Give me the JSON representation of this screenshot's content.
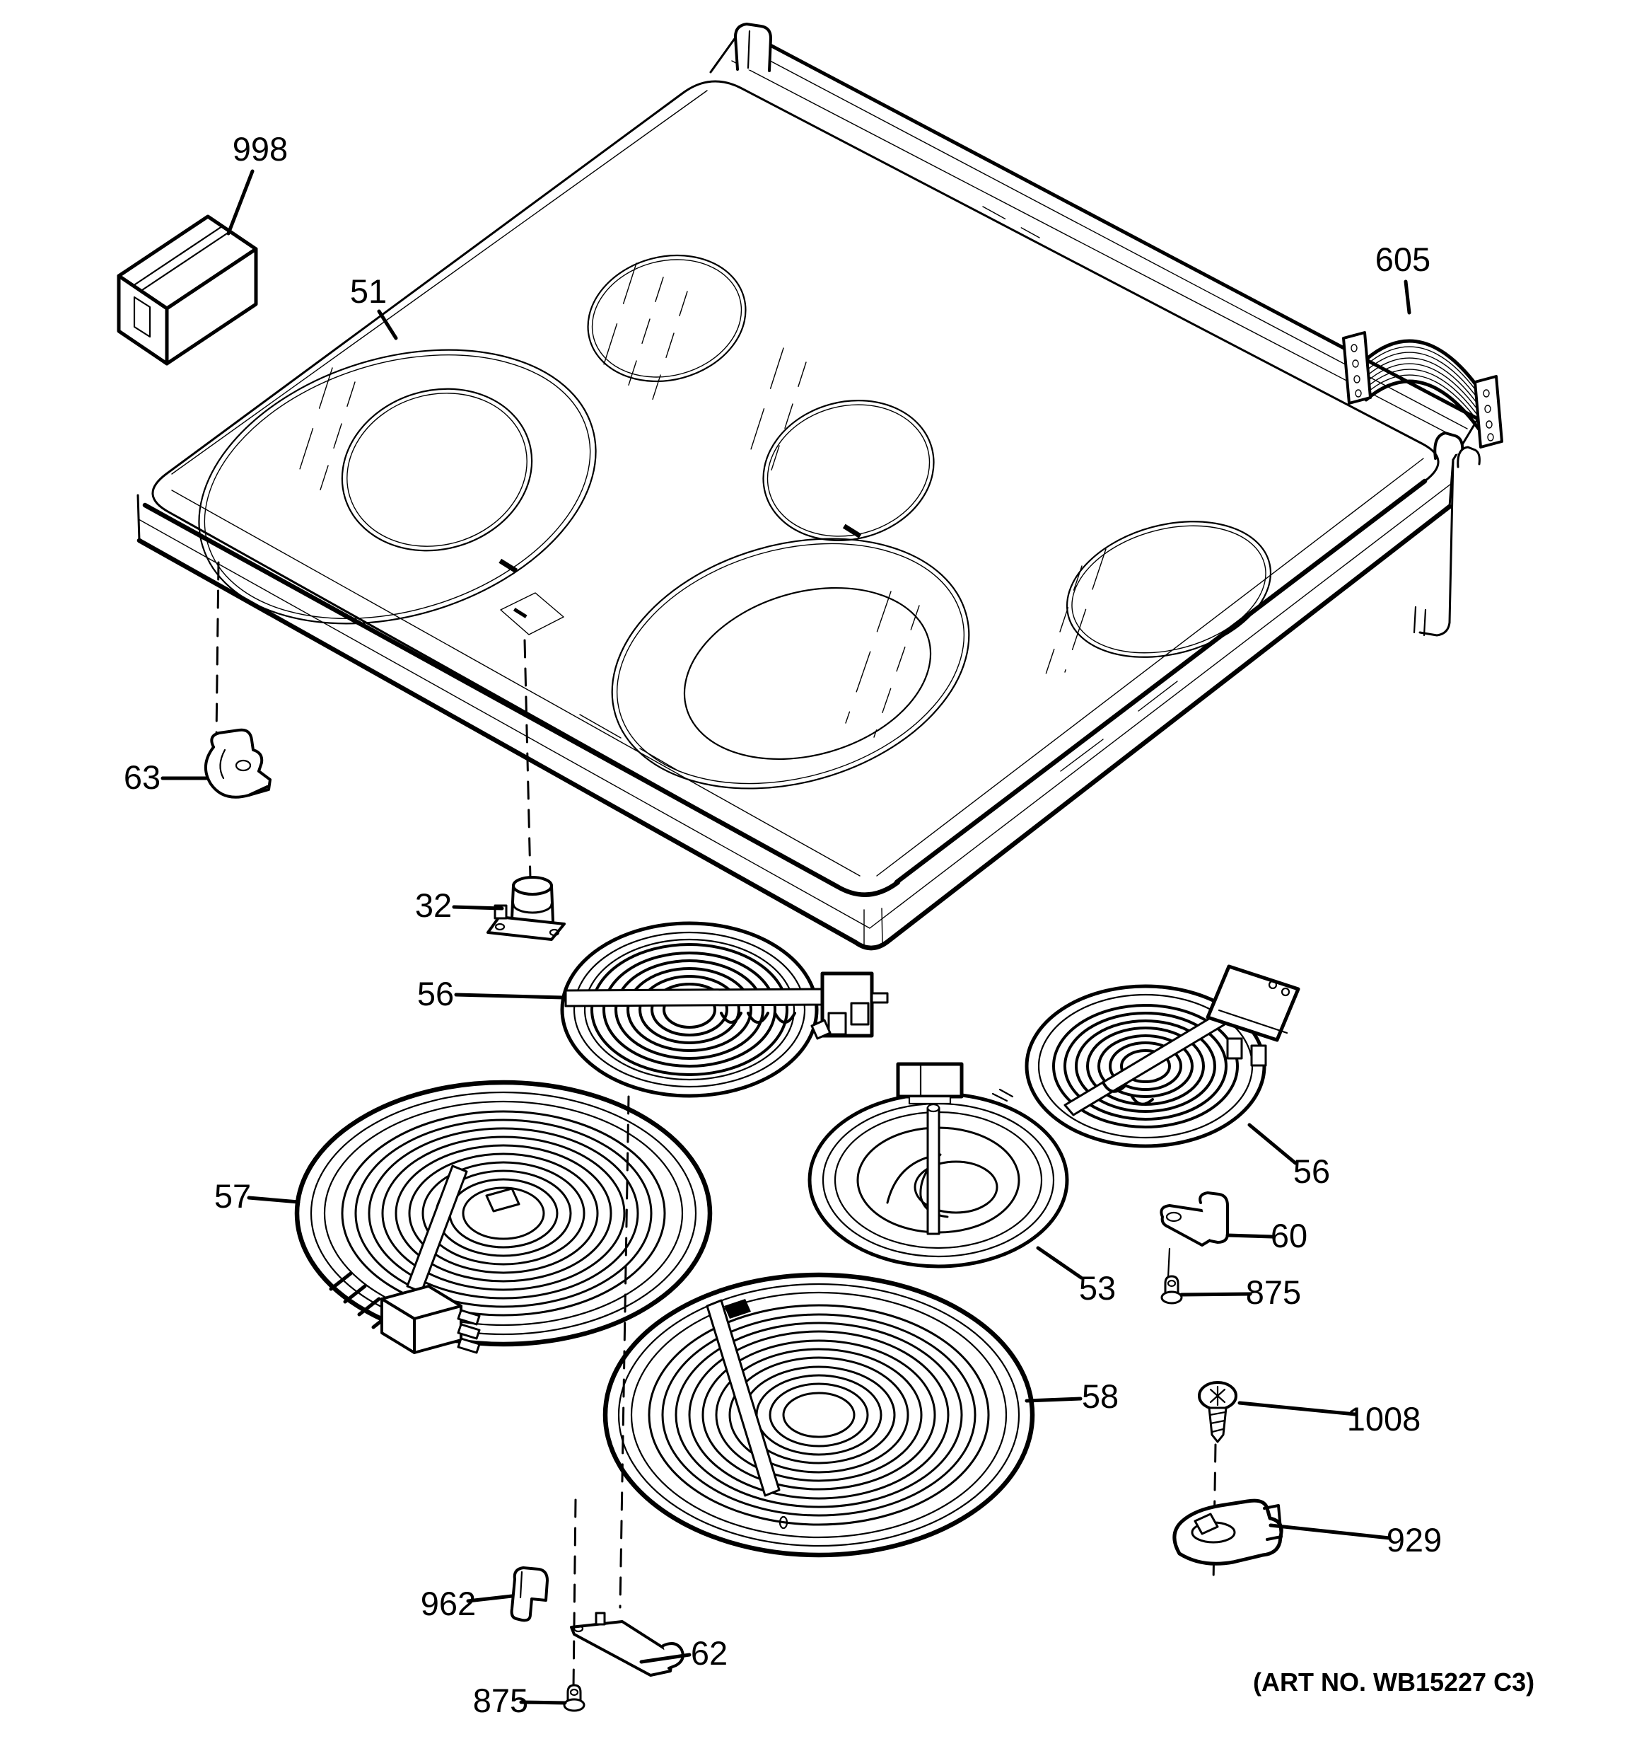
{
  "diagram": {
    "background_color": "#ffffff",
    "line_color": "#000000",
    "art_no": "(ART NO. WB15227 C3)",
    "callouts": [
      {
        "id": "998"
      },
      {
        "id": "51"
      },
      {
        "id": "605"
      },
      {
        "id": "63"
      },
      {
        "id": "32"
      },
      {
        "id": "56"
      },
      {
        "id": "57"
      },
      {
        "id": "56"
      },
      {
        "id": "60"
      },
      {
        "id": "875"
      },
      {
        "id": "53"
      },
      {
        "id": "58"
      },
      {
        "id": "1008"
      },
      {
        "id": "929"
      },
      {
        "id": "962"
      },
      {
        "id": "62"
      },
      {
        "id": "875"
      }
    ]
  }
}
